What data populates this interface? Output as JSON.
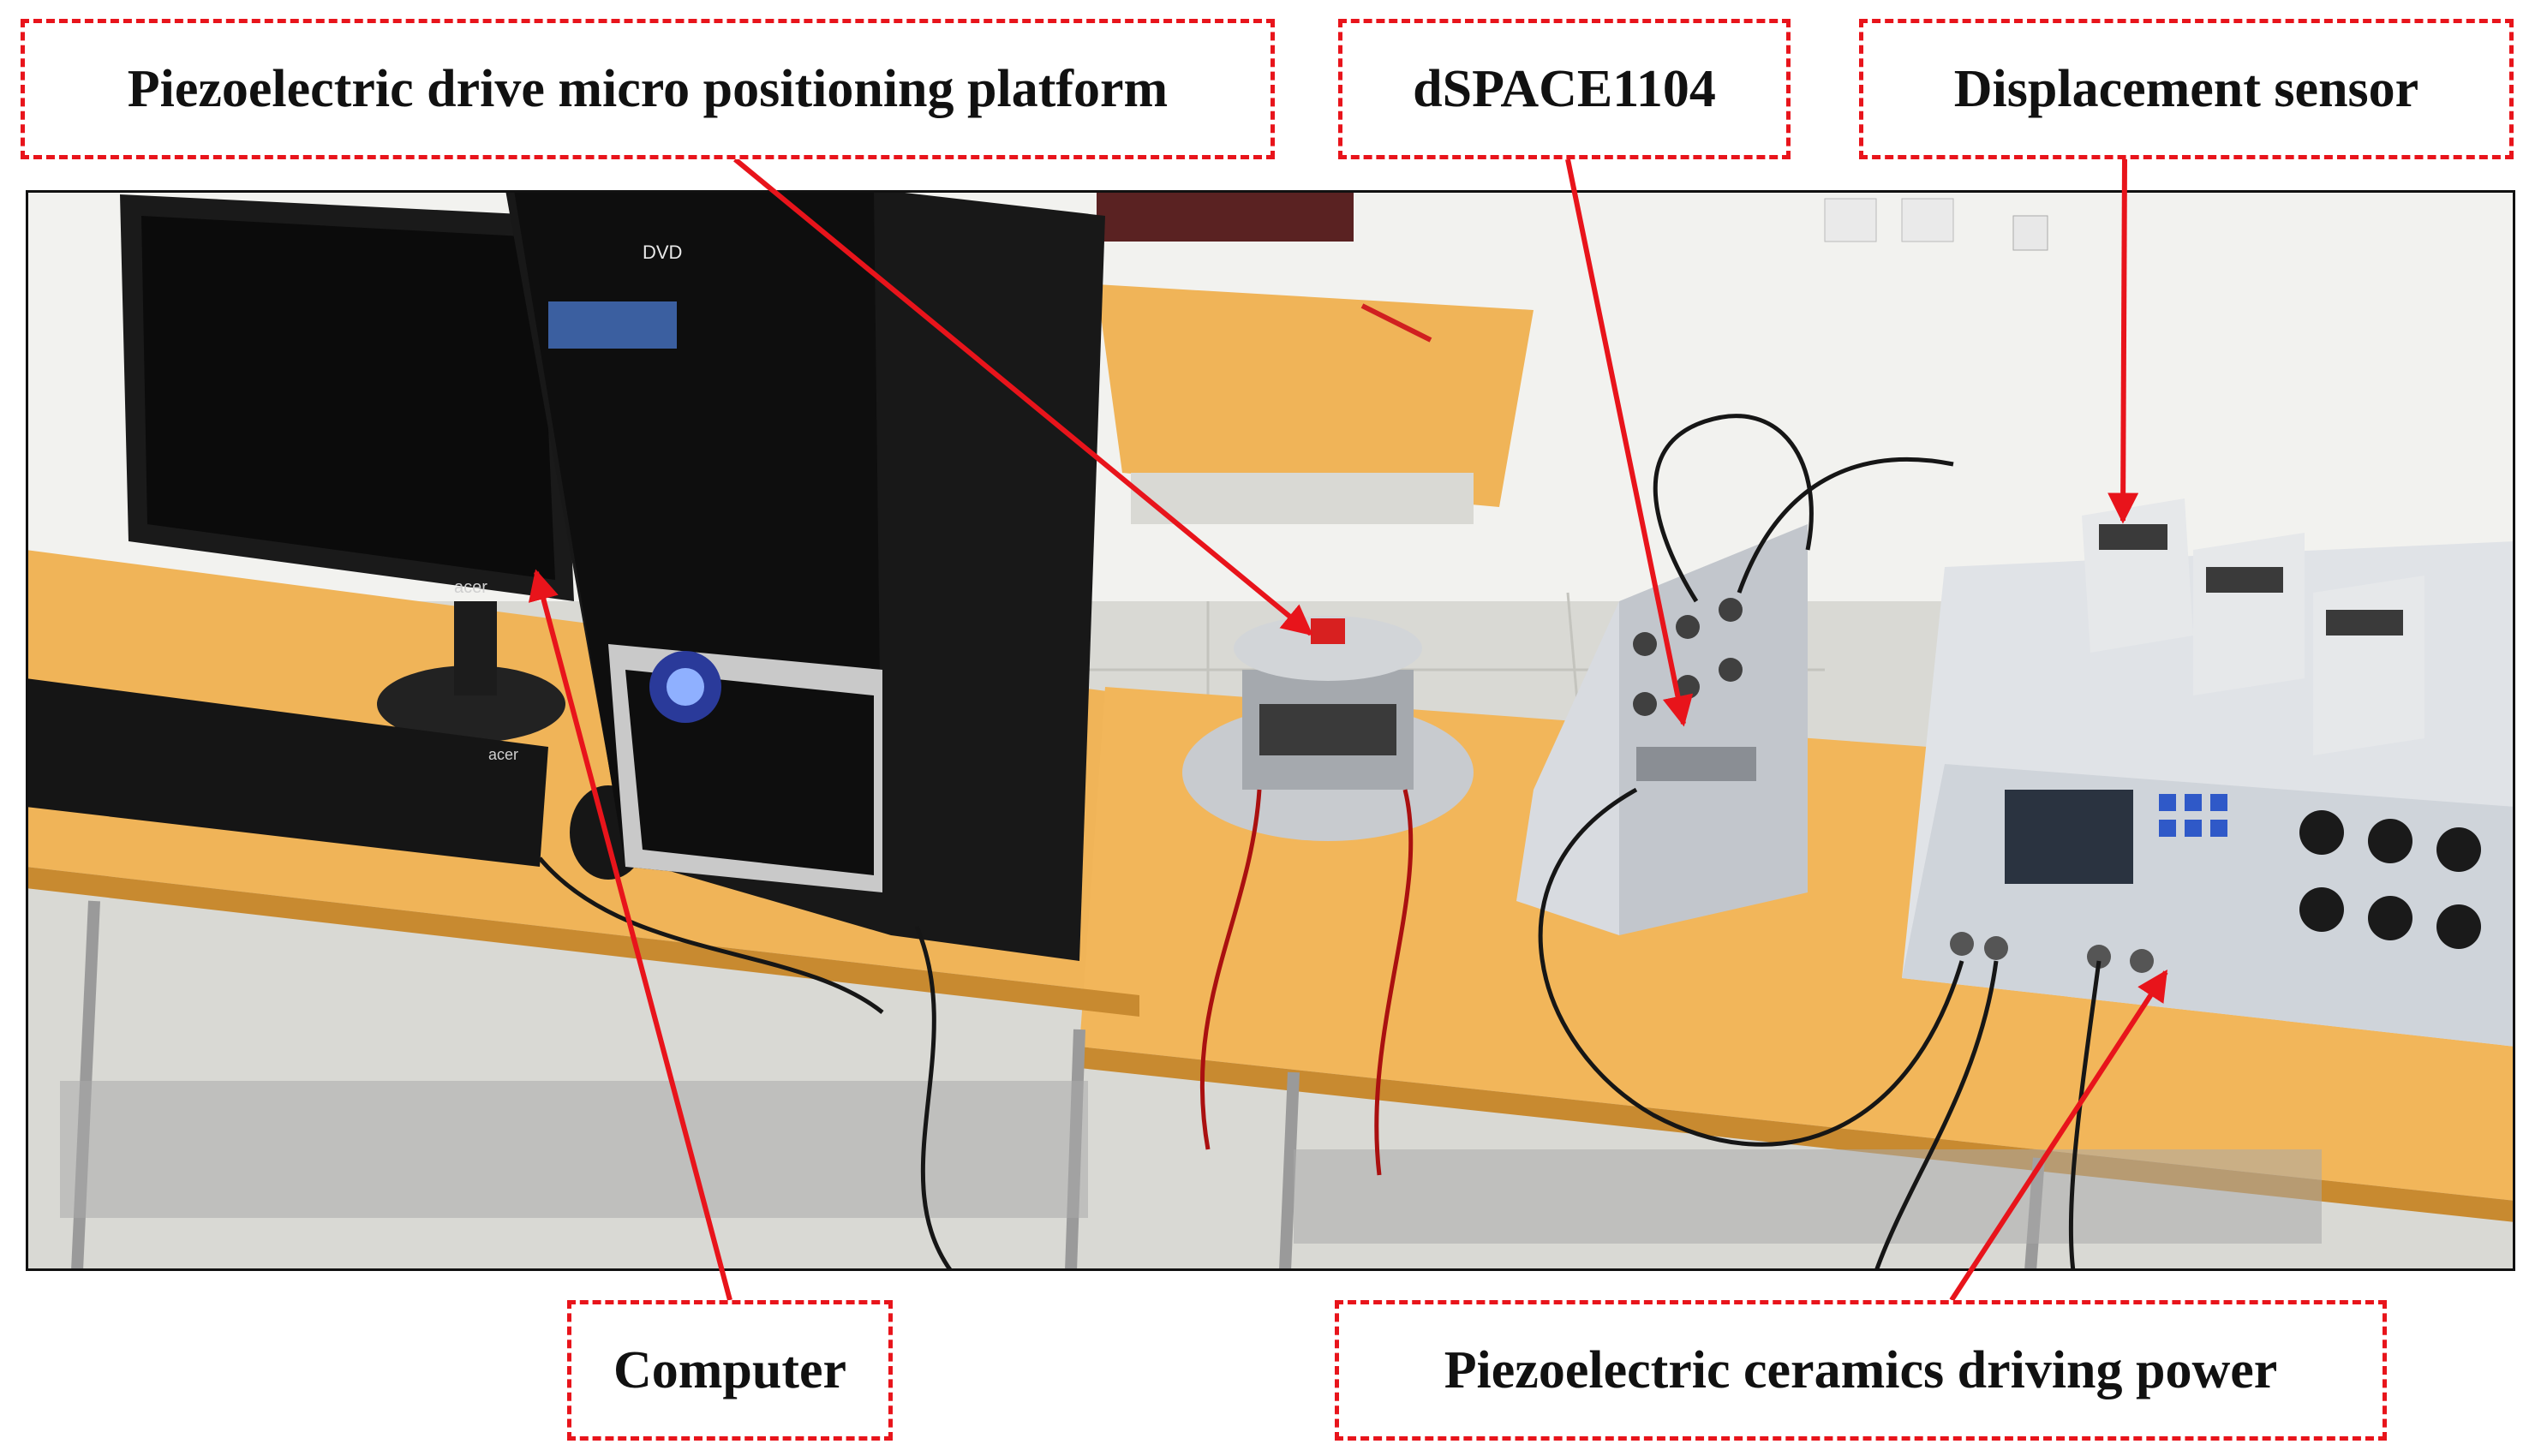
{
  "labels": {
    "platform": "Piezoelectric drive micro positioning platform",
    "dspace": "dSPACE1104",
    "sensor": "Displacement sensor",
    "computer": "Computer",
    "power": "Piezoelectric ceramics driving power"
  },
  "equipment_markings": {
    "monitor_brand": "acer",
    "keyboard_brand": "acer",
    "drive_label": "DVD"
  },
  "colors": {
    "annotation": "#e8141b",
    "desk": "#f0b458",
    "wall": "#f4f4f2",
    "case": "#151515",
    "panel": "#e4e7ea"
  }
}
